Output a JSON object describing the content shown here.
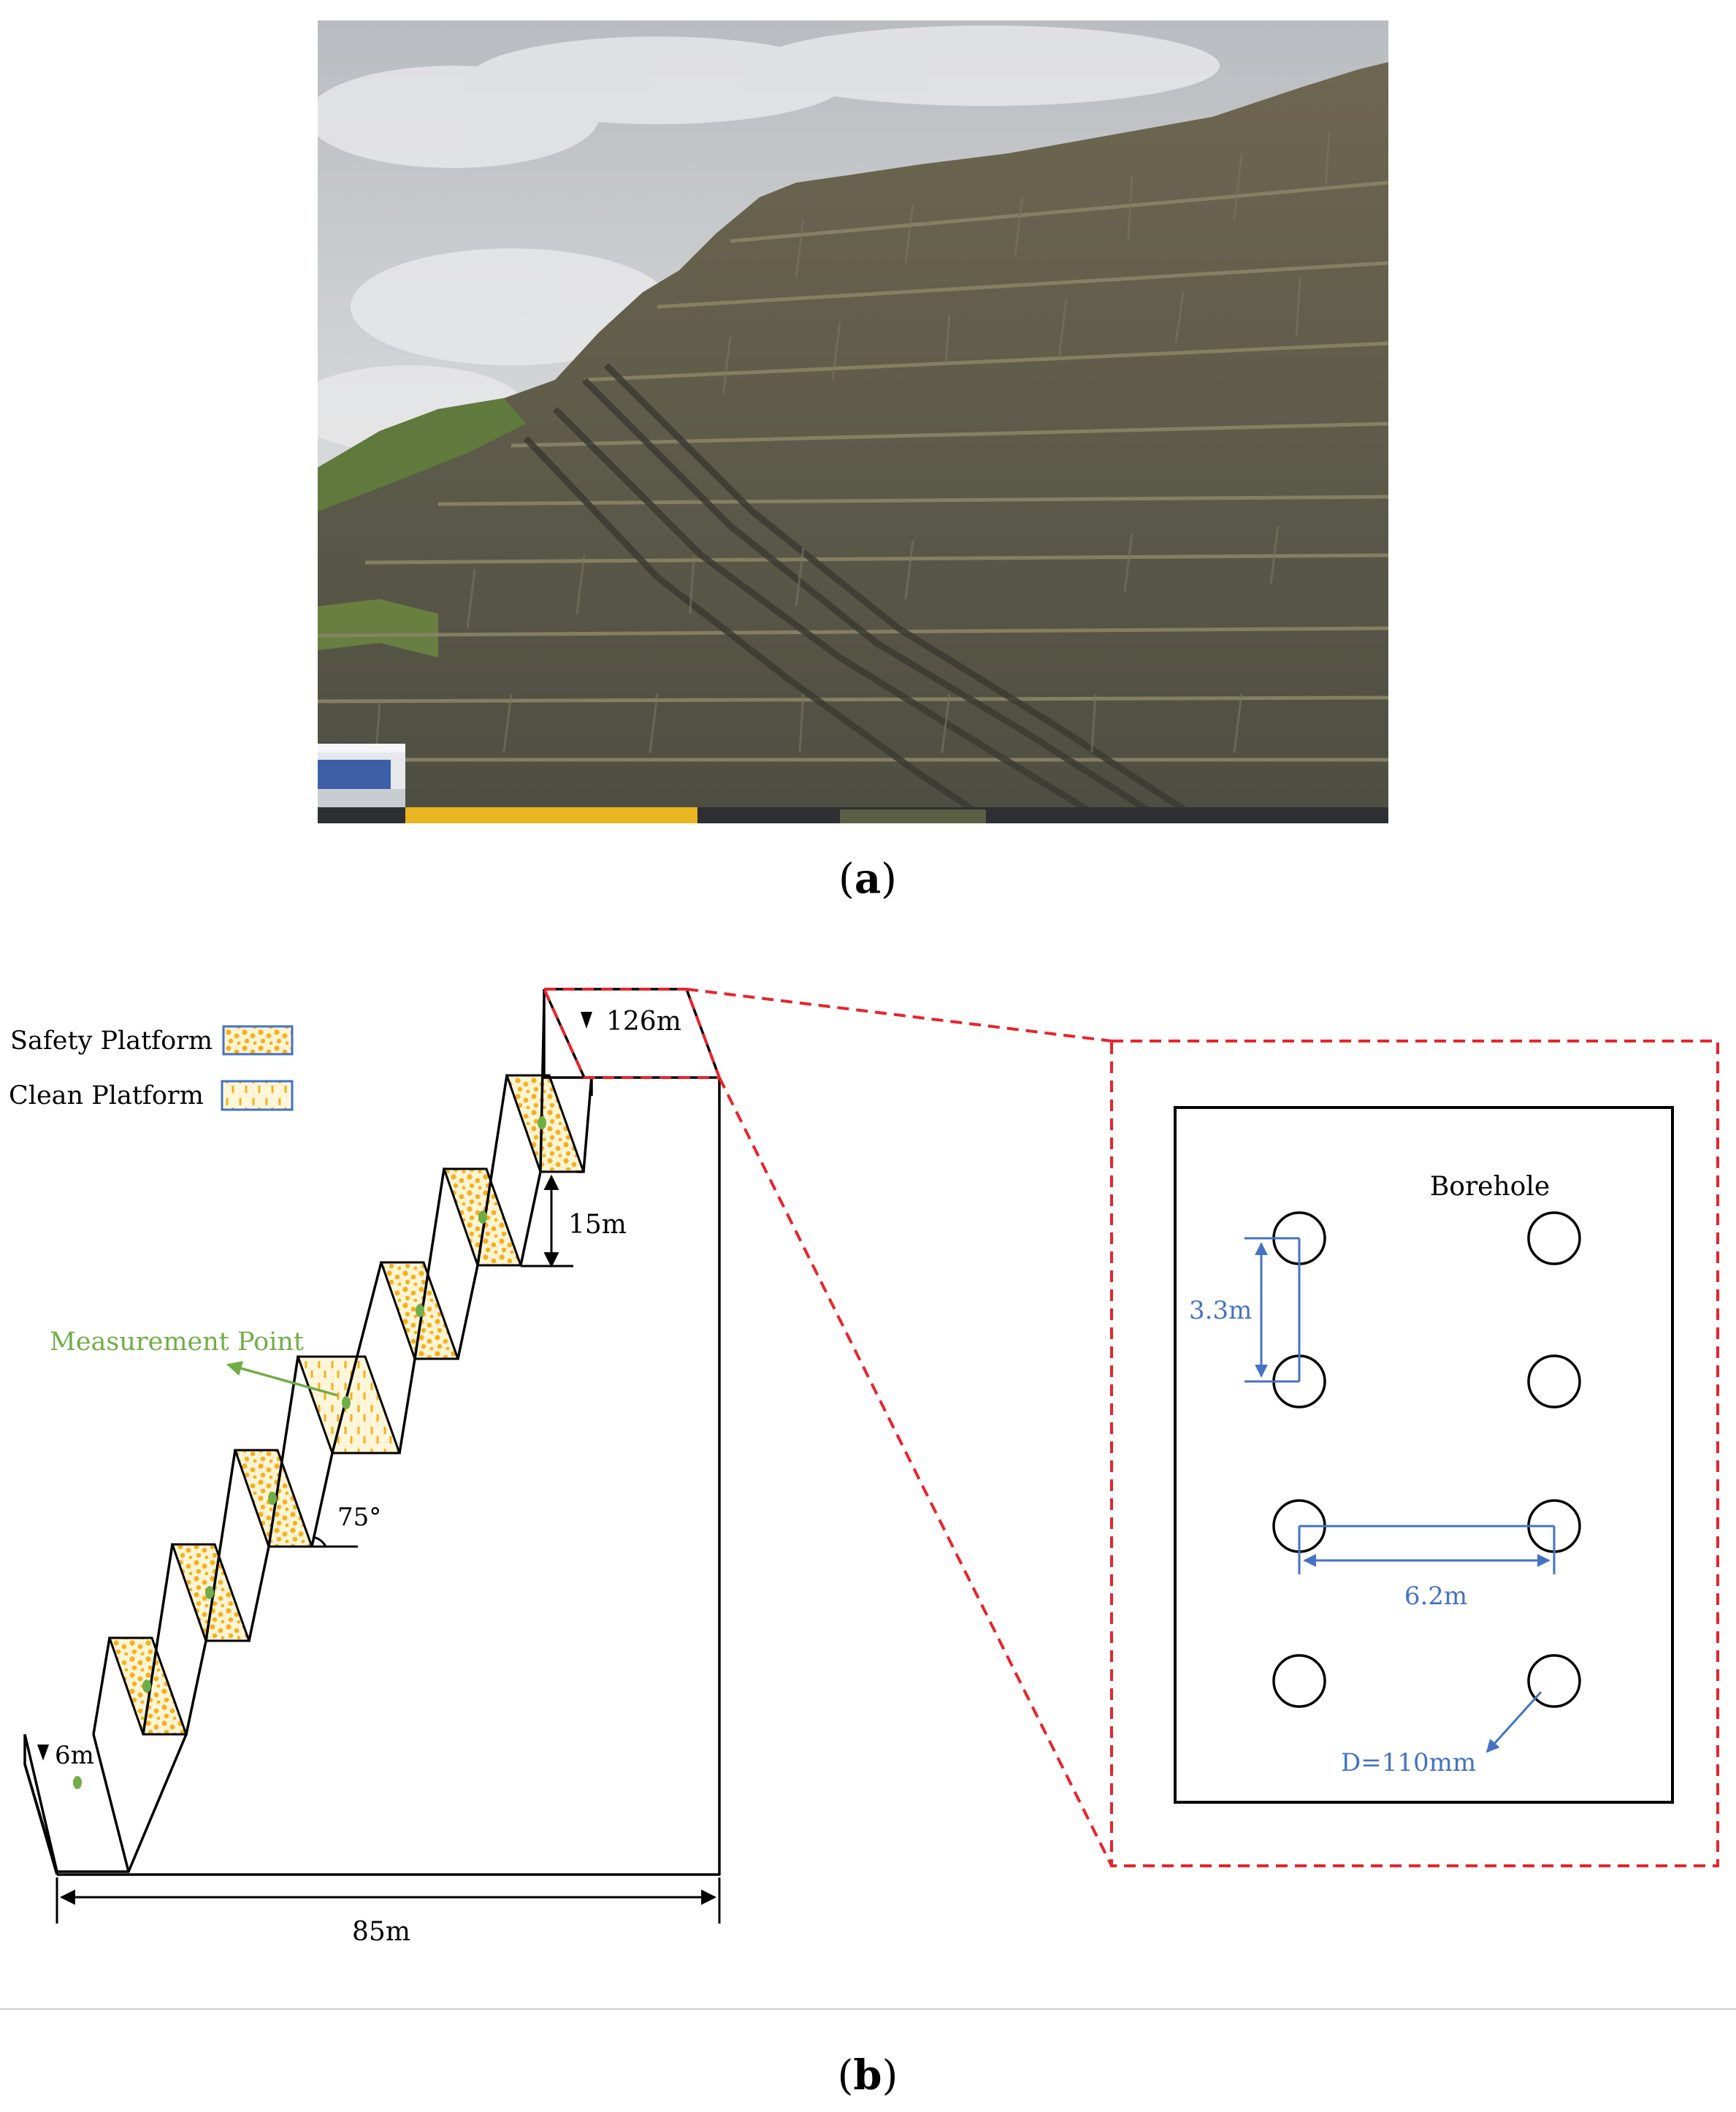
{
  "panel_a": {
    "caption_paren_open": "(",
    "caption_letter": "a",
    "caption_paren_close": ")"
  },
  "panel_b": {
    "caption_paren_open": "(",
    "caption_letter": "b",
    "caption_paren_close": ")",
    "legend": {
      "safety_platform": "Safety Platform",
      "clean_platform": "Clean Platform"
    },
    "labels": {
      "top_elevation": "126m",
      "bottom_elevation": "6m",
      "bench_height": "15m",
      "slope_angle": "75°",
      "measurement_point": "Measurement Point",
      "width": "85m"
    },
    "detail": {
      "borehole": "Borehole",
      "row_spacing": "3.3m",
      "column_spacing": "6.2m",
      "diameter": "D=110mm"
    }
  },
  "colors": {
    "detail_dash": "#e8242b",
    "dimension_blue": "#4472c4",
    "measurement_green": "#70ad47",
    "platform_orange": "#f5b020",
    "platform_fill": "#fff6d9",
    "legend_border": "#4472c4"
  }
}
